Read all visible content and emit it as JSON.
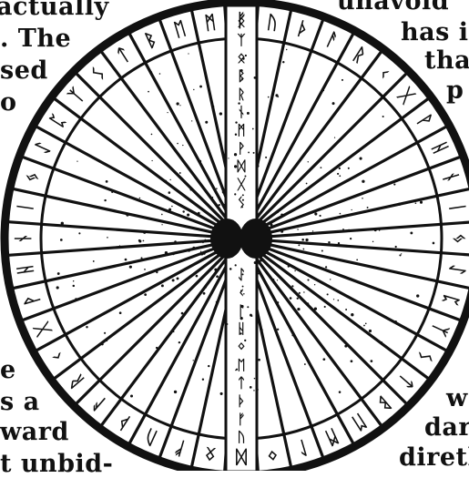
{
  "colors": {
    "ink": "#111111",
    "paper": "#ffffff"
  },
  "text_fragments": {
    "left": [
      "actually",
      ". The",
      "sed",
      "o",
      "e",
      "s a",
      "ward",
      "t unbid-"
    ],
    "right": [
      "unavoid",
      "has i",
      "tha",
      "p",
      "w",
      "dar",
      "direth"
    ]
  },
  "wheel": {
    "segment_count": 44,
    "runes_outer": [
      "ᚠ",
      "ᚢ",
      "ᚦ",
      "ᚨ",
      "ᚱ",
      "ᚲ",
      "ᚷ",
      "ᚹ",
      "ᚺ",
      "ᚾ",
      "ᛁ",
      "ᛃ",
      "ᛇ",
      "ᛈ",
      "ᛉ",
      "ᛊ",
      "ᛏ",
      "ᛒ",
      "ᛖ",
      "ᛗ",
      "ᛚ",
      "ᛜ",
      "ᛞ",
      "ᛟ",
      "ᚠ",
      "ᚢ",
      "ᚦ",
      "ᚨ",
      "ᚱ",
      "ᚲ",
      "ᚷ",
      "ᚹ",
      "ᚺ",
      "ᚾ",
      "ᛁ",
      "ᛃ",
      "ᛇ",
      "ᛈ",
      "ᛉ",
      "ᛊ",
      "ᛏ",
      "ᛒ",
      "ᛖ",
      "ᛗ"
    ],
    "runes_column": [
      "ᛟ",
      "ᛉ",
      "ᛟ",
      "ᛒ",
      "ᚱ",
      "ᚾ",
      "ᛗ",
      "ᚹ",
      "ᛞ",
      "ᚷ",
      "ᛊ",
      "ᚨ",
      "ᛃ",
      "ᛈ",
      "ᛇ",
      "ᚲ",
      "ᛚ",
      "ᚺ",
      "ᛜ",
      "ᛖ",
      "ᛏ",
      "ᚦ",
      "ᚠ",
      "ᚢ"
    ]
  }
}
